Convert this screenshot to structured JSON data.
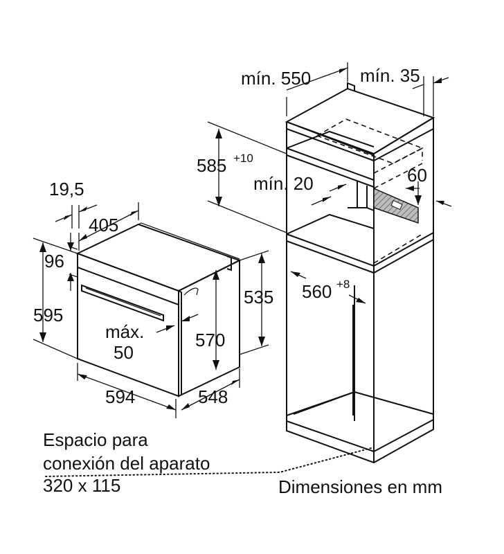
{
  "labels": {
    "dim_19_5": "19,5",
    "dim_405": "405",
    "dim_96": "96",
    "dim_595": "595",
    "dim_max": "máx.",
    "dim_max_val": "50",
    "dim_570": "570",
    "dim_535": "535",
    "dim_594": "594",
    "dim_548": "548",
    "dim_min550": "mín. 550",
    "dim_min35": "mín. 35",
    "dim_585": "585",
    "dim_585_sup": "+10",
    "dim_min20": "mín. 20",
    "dim_60": "60",
    "dim_560": "560",
    "dim_560_sup": "+8"
  },
  "notes": {
    "space_line1": "Espacio para",
    "space_line2": "conexión del aparato",
    "space_line3": "320 x 115",
    "units": "Dimensiones en mm"
  }
}
